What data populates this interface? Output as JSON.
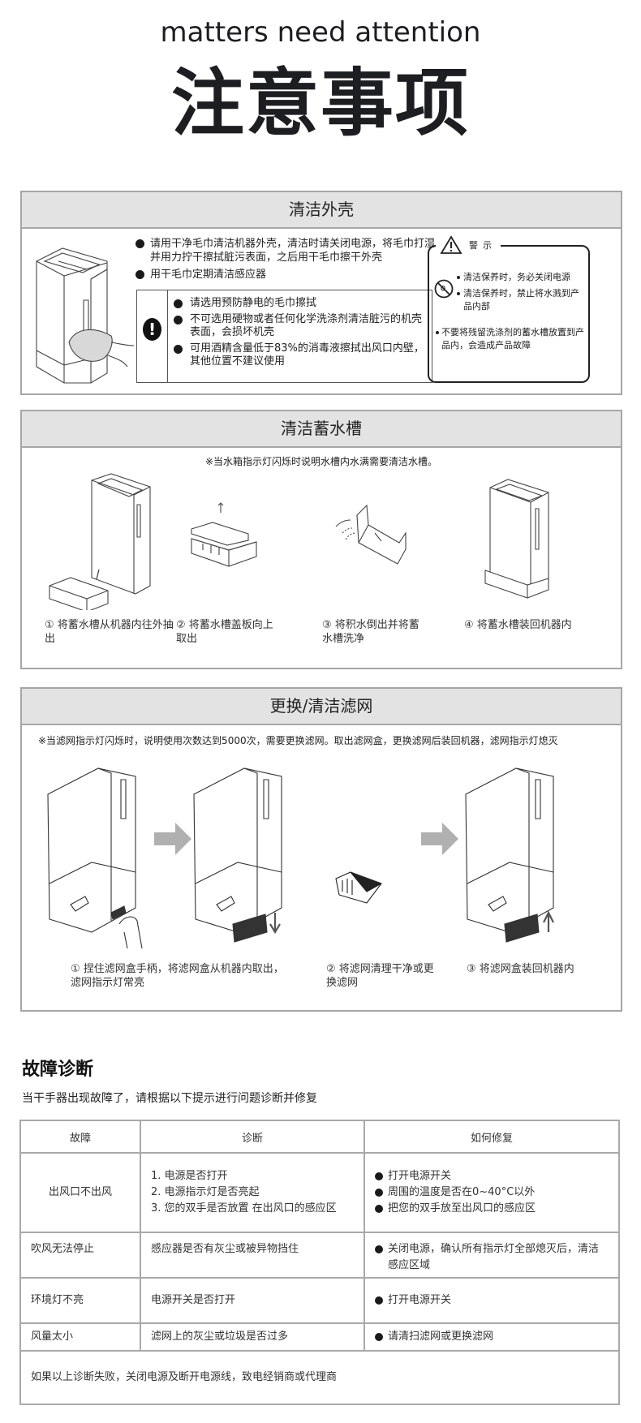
{
  "header": {
    "subtitle_en": "matters need attention",
    "title_cn": "注意事项"
  },
  "clean_shell": {
    "title": "清洁外壳",
    "bullets": [
      "请用干净毛巾清洁机器外壳，清洁时请关闭电源，将毛巾打湿并用力拧干擦拭脏污表面，之后用干毛巾擦干外壳",
      "用干毛巾定期清洁感应器"
    ],
    "caution_icon": "exclamation-icon",
    "caution_items": [
      "请选用预防静电的毛巾擦拭",
      "不可选用硬物或者任何化学洗涤剂清洁脏污的机壳表面，会损坏机壳",
      "可用酒精含量低于83%的消毒液擦拭出风口内壁，其他位置不建议使用"
    ],
    "warning": {
      "label": "警示",
      "icon": "warning-triangle-icon",
      "no_water_icon": "no-water-icon",
      "items": [
        "清洁保养时，务必关闭电源",
        "清洁保养时，禁止将水溅到产品内部",
        "不要将残留洗涤剂的蓄水槽放置到产品内，会造成产品故障"
      ]
    }
  },
  "clean_tank": {
    "title": "清洁蓄水槽",
    "note": "※当水箱指示灯闪烁时说明水槽内水满需要清洁水槽。",
    "steps": [
      {
        "num": "①",
        "text": "将蓄水槽从机器内往外抽出"
      },
      {
        "num": "②",
        "text": "将蓄水槽盖板向上取出"
      },
      {
        "num": "③",
        "text": "将积水倒出并将蓄水槽洗净"
      },
      {
        "num": "④",
        "text": "将蓄水槽装回机器内"
      }
    ]
  },
  "filter": {
    "title": "更换/清洁滤网",
    "note": "※当滤网指示灯闪烁时，说明使用次数达到5000次，需要更换滤网。取出滤网盒，更换滤网后装回机器，滤网指示灯熄灭",
    "steps": [
      {
        "num": "①",
        "text": "捏住滤网盒手柄，将滤网盒从机器内取出，滤网指示灯常亮"
      },
      {
        "num": "②",
        "text": "将滤网清理干净或更换滤网"
      },
      {
        "num": "③",
        "text": "将滤网盒装回机器内"
      }
    ]
  },
  "diagnosis": {
    "title": "故障诊断",
    "subtitle": "当干手器出现故障了，请根据以下提示进行问题诊断并修复",
    "columns": [
      "故障",
      "诊断",
      "如何修复"
    ],
    "rows": [
      {
        "fault": "出风口不出风",
        "diagnosis": [
          "1. 电源是否打开",
          "2. 电源指示灯是否亮起",
          "3. 您的双手是否放置 在出风口的感应区"
        ],
        "fix": [
          "打开电源开关",
          "周围的温度是否在0~40°C以外",
          "把您的双手放至出风口的感应区"
        ]
      },
      {
        "fault": "吹风无法停止",
        "diagnosis": [
          "感应器是否有灰尘或被异物挡住"
        ],
        "fix": [
          "关闭电源，确认所有指示灯全部熄灭后，清洁感应区域"
        ]
      },
      {
        "fault": "环境灯不亮",
        "diagnosis": [
          "电源开关是否打开"
        ],
        "fix": [
          "打开电源开关"
        ]
      },
      {
        "fault": "风量太小",
        "diagnosis": [
          "滤网上的灰尘或垃圾是否过多"
        ],
        "fix": [
          "请清扫滤网或更换滤网"
        ]
      }
    ],
    "footer": "如果以上诊断失败，关闭电源及断开电源线，致电经销商或代理商"
  },
  "colors": {
    "header_bg": "#e3e3e4",
    "border": "#a6a6a6",
    "title_text": "#1c1e22",
    "arrow_gray": "#b0b0b0"
  }
}
